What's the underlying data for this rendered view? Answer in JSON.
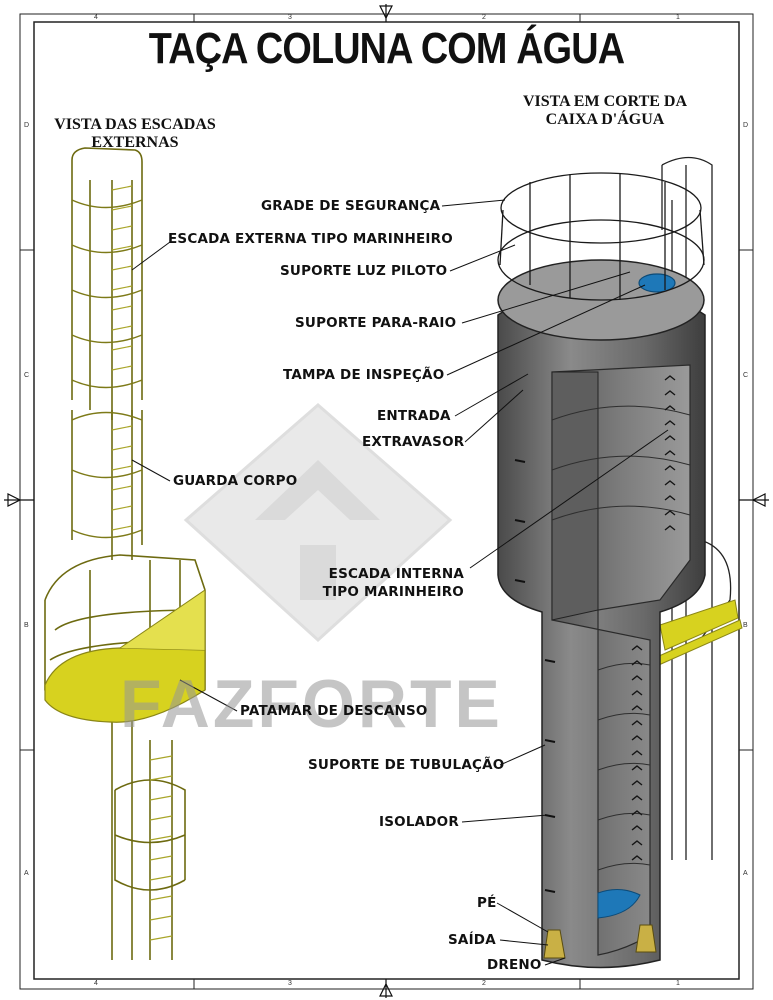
{
  "title": "TAÇA COLUNA COM ÁGUA",
  "left_heading": [
    "VISTA DAS ESCADAS",
    "EXTERNAS"
  ],
  "right_heading": [
    "VISTA EM CORTE DA",
    "CAIXA D'ÁGUA"
  ],
  "labels": {
    "grade": "GRADE DE SEGURANÇA",
    "escada_externa": "ESCADA EXTERNA TIPO MARINHEIRO",
    "luz_piloto": "SUPORTE LUZ PILOTO",
    "para_raio": "SUPORTE PARA-RAIO",
    "tampa": "TAMPA DE INSPEÇÃO",
    "entrada": "ENTRADA",
    "extravasor": "EXTRAVASOR",
    "guarda_corpo": "GUARDA CORPO",
    "escada_interna": [
      "ESCADA INTERNA",
      "TIPO MARINHEIRO"
    ],
    "patamar": "PATAMAR DE DESCANSO",
    "tubulacao": "SUPORTE DE TUBULAÇÃO",
    "isolador": "ISOLADOR",
    "pe": "PÉ",
    "saida": "SAÍDA",
    "dreno": "DRENO"
  },
  "watermark": "FAZFORTE",
  "border_ticks": {
    "columns": [
      "4",
      "3",
      "2",
      "1"
    ],
    "rows": [
      "D",
      "C",
      "B",
      "A"
    ]
  },
  "colors": {
    "tank": "#6e6e6e",
    "ladder_yellow": "#d7d21f",
    "water_blue": "#1e78b8",
    "watermark_gray": "#9a9a9a"
  }
}
